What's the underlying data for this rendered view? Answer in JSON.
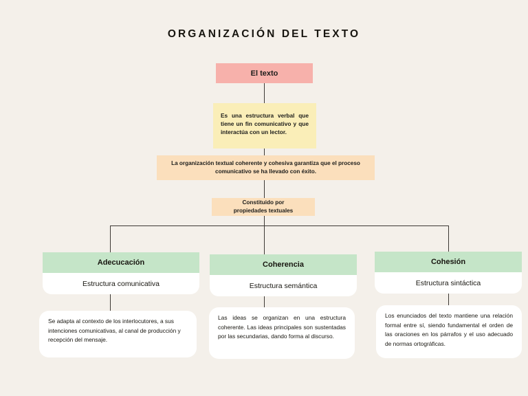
{
  "page": {
    "title": "ORGANIZACIÓN DEL TEXTO",
    "background_color": "#f4f0ea",
    "text_color": "#17150f"
  },
  "colors": {
    "pink": "#f7b1ab",
    "yellow": "#faeeb8",
    "peach": "#fbdfbc",
    "green": "#c5e5c8",
    "white": "#ffffff",
    "connector": "#3b3733"
  },
  "flow": {
    "root": {
      "label": "El texto",
      "color": "#f7b1ab"
    },
    "definition": {
      "text": "Es una estructura verbal que tiene un fin comunicativo y que interactúa con un lector.",
      "color": "#faeeb8"
    },
    "statement": {
      "text": "La organización textual coherente y cohesiva  garantiza que el proceso comunicativo se ha llevado con éxito.",
      "color": "#fbdfbc"
    },
    "constituted_by": {
      "line1": "Constituido por",
      "line2": "propiedades textuales",
      "color": "#fbdfbc"
    }
  },
  "columns": [
    {
      "title": "Adecucación",
      "subtitle": "Estructura comunicativa",
      "description": "Se adapta al contexto de los interlocutores, a sus intenciones comunicativas, al canal de producción y recepción del mensaje."
    },
    {
      "title": "Coherencia",
      "subtitle": "Estructura semántica",
      "description": "Las ideas se organizan en una estructura coherente. Las ideas principales son sustentadas por las secundarias, dando forma al discurso."
    },
    {
      "title": "Cohesión",
      "subtitle": "Estructura sintáctica",
      "description": "Los enunciados del texto mantiene una relación formal entre sí, siendo fundamental el orden de las oraciones en los párrafos y el uso adecuado de normas ortográficas."
    }
  ]
}
